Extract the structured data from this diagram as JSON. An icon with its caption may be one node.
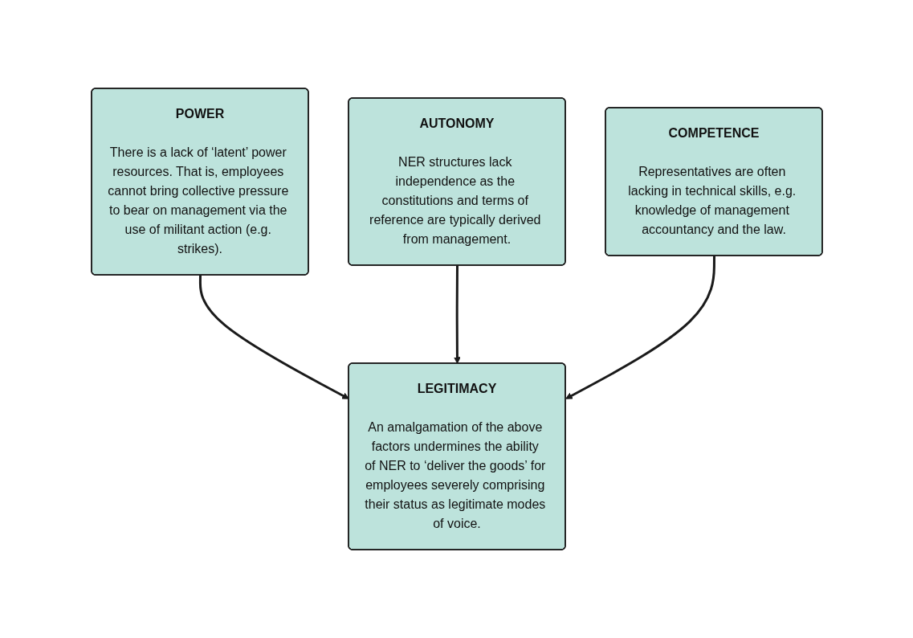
{
  "diagram": {
    "nodes": [
      {
        "text": [
          "POWER",
          "There is a lack of ‘latent’ power resources. That is, employees cannot bring collective pressure to bear on management via the use of militant action (e.g. strikes)."
        ]
      },
      {
        "text": [
          "AUTONOMY",
          "NER structures lack independence as the constitutions and terms of reference are typically derived from management."
        ]
      },
      {
        "text": [
          "COMPETENCE",
          "Representatives are often lacking in technical skills, e.g. knowledge of management accountancy and the law."
        ]
      },
      {
        "text": [
          "LEGITIMACY",
          "An amalgamation of the above factors undermines the ability of NER to ‘deliver the goods’ for employees severely comprising their status as legitimate modes of voice."
        ]
      }
    ],
    "edges": [
      {
        "from": 0,
        "to": 3,
        "arrow": "to"
      },
      {
        "from": 1,
        "to": 3,
        "arrow": "to"
      },
      {
        "from": 2,
        "to": 3,
        "arrow": "to"
      }
    ]
  }
}
